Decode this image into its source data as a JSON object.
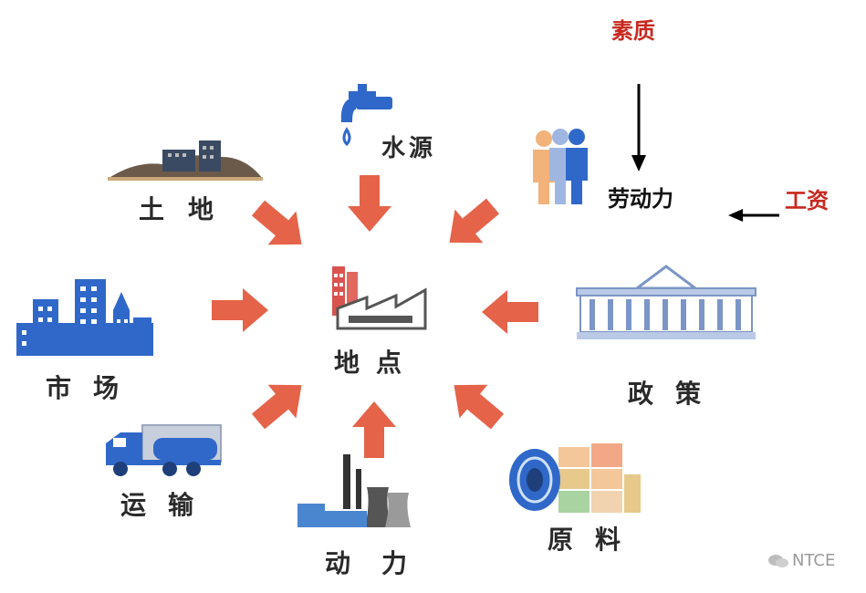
{
  "center": {
    "label": "地点"
  },
  "factors": {
    "water": "水源",
    "land": "土地",
    "labor": "劳动力",
    "market": "市场",
    "policy": "政策",
    "transport": "运输",
    "power": "动力",
    "material": "原料"
  },
  "labor_inputs": {
    "quality": "素质",
    "wage": "工资"
  },
  "watermark": {
    "text": "NTCE"
  },
  "colors": {
    "arrow": "#e2563a",
    "icon_blue": "#2f68c9",
    "accent_red": "#c8281e"
  }
}
